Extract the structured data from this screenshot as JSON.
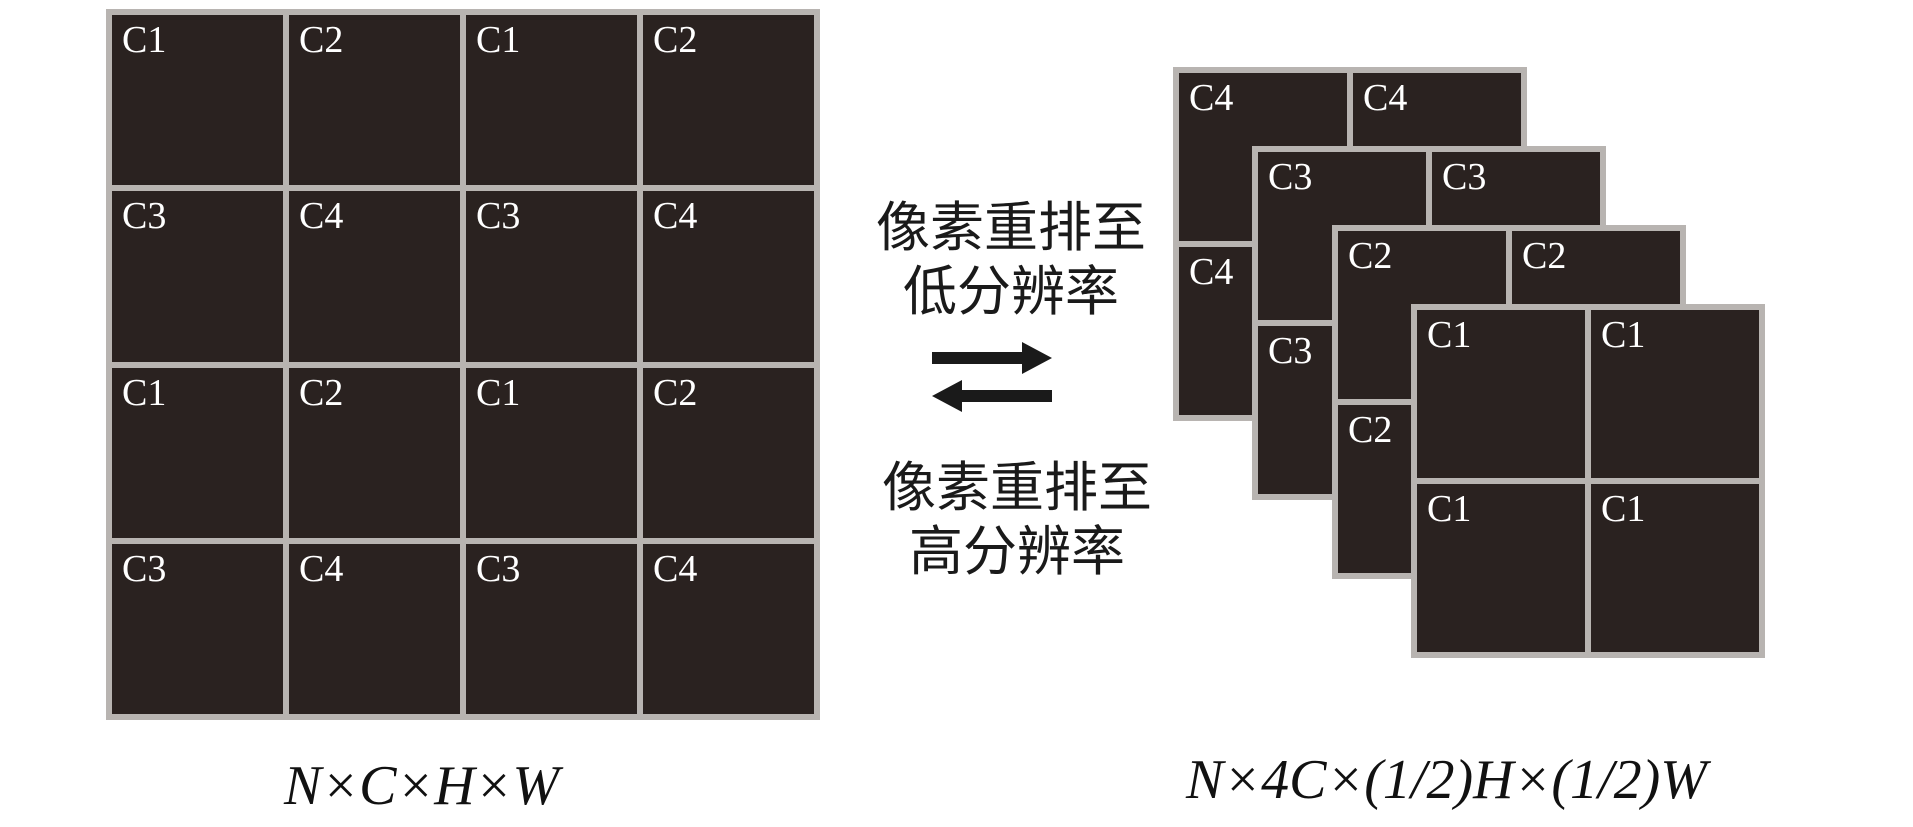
{
  "big_grid": {
    "cells": [
      "C1",
      "C2",
      "C1",
      "C2",
      "C3",
      "C4",
      "C3",
      "C4",
      "C1",
      "C2",
      "C1",
      "C2",
      "C3",
      "C4",
      "C3",
      "C4"
    ]
  },
  "stacks": {
    "c4": [
      "C4",
      "C4",
      "C4",
      ""
    ],
    "c3": [
      "C3",
      "C3",
      "C3",
      ""
    ],
    "c2": [
      "C2",
      "C2",
      "C2",
      ""
    ],
    "c1": [
      "C1",
      "C1",
      "C1",
      "C1"
    ]
  },
  "labels": {
    "to_low_res": [
      "像素重排至",
      "低分辨率"
    ],
    "to_high_res": [
      "像素重排至",
      "高分辨率"
    ]
  },
  "formulas": {
    "input_shape": "N×C×H×W",
    "output_shape": "N×4C×(1/2)H×(1/2)W"
  },
  "colors": {
    "cell_fill": "#2a2220",
    "grid_line": "#b8b4b1",
    "arrow": "#1a1a1a"
  }
}
